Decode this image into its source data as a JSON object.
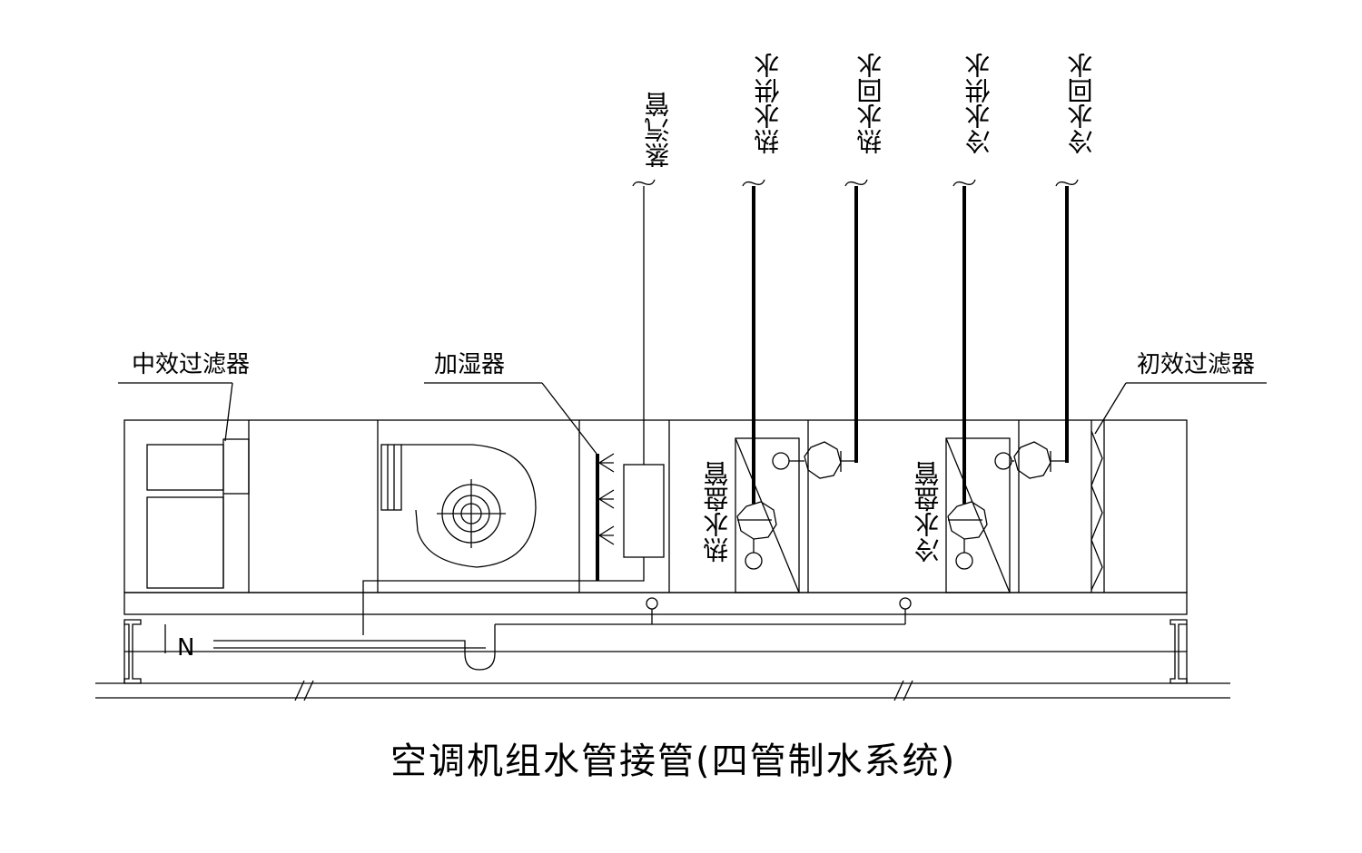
{
  "title": "空调机组水管接管(四管制水系统)",
  "labels": {
    "medium_filter": "中效过滤器",
    "humidifier": "加湿器",
    "primary_filter": "初效过滤器",
    "hot_coil": "热水盘管",
    "cold_coil": "冷水盘管",
    "drain_trap": "N"
  },
  "pipes": [
    {
      "key": "steam",
      "label": "蒸汽管"
    },
    {
      "key": "hot_supply",
      "label": "热水供水"
    },
    {
      "key": "hot_return",
      "label": "热水回水"
    },
    {
      "key": "cold_supply",
      "label": "冷水供水"
    },
    {
      "key": "cold_return",
      "label": "冷水回水"
    }
  ]
}
